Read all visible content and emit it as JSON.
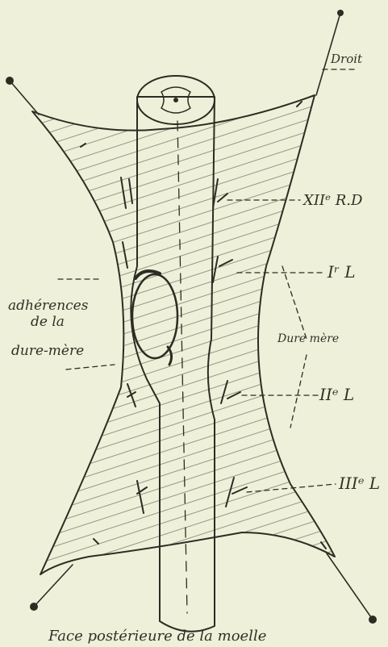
{
  "labels": {
    "droit": "Droit",
    "xii_rd": "XIIᵉ R.D",
    "i_l": "Iʳ L",
    "ii_l": "IIᵉ L",
    "iii_l": "IIIᵉ L",
    "adh_1": "adhérences",
    "adh_2": "de la",
    "adh_3": "dure-mère",
    "dure_mere": "Dure mère",
    "caption": "Face postérieure de la moelle"
  },
  "colors": {
    "paper": "#eef0d9",
    "ink": "#2a2d22",
    "cord_fill": "#e7ead0",
    "dura_hatch": "#4a4e3c"
  }
}
